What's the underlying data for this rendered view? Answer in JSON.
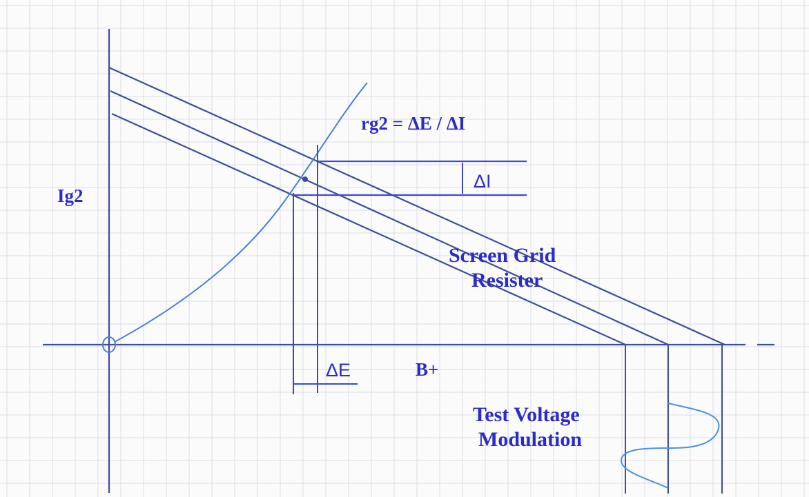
{
  "labels": {
    "y_axis": "Ig2",
    "formula": "rg2 = ΔE / ΔI",
    "delta_i": "ΔI",
    "delta_e": "ΔE",
    "x_axis": "B+",
    "resistor_line1": "Screen Grid",
    "resistor_line2": "Resister",
    "modulation_line1": "Test Voltage",
    "modulation_line2": "Modulation"
  },
  "colors": {
    "paper": "#fbfbfb",
    "grid": "#d9dde6",
    "ink_line": "#3b4f9a",
    "ink_curve": "#4a7fd6",
    "ink_text": "#2b2bc8"
  }
}
